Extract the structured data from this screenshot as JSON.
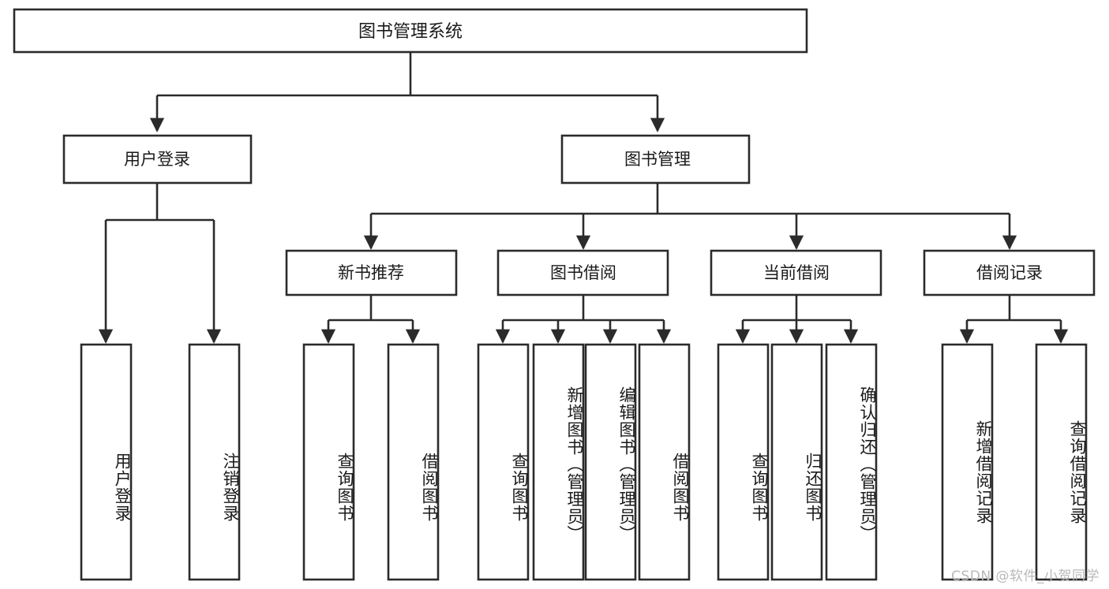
{
  "diagram": {
    "title": "图书管理系统",
    "type": "tree-hierarchy",
    "watermark": "CSDN @软件_小贺同学",
    "colors": {
      "background": "#ffffff",
      "stroke": "#2b2b2b",
      "box_fill": "#ffffff",
      "text": "#1a1a1a",
      "watermark": "#b9b9b9"
    },
    "root": {
      "label": "图书管理系统",
      "orientation": "horizontal"
    },
    "level2": [
      {
        "label": "用户登录",
        "orientation": "horizontal"
      },
      {
        "label": "图书管理",
        "orientation": "horizontal"
      }
    ],
    "level3": [
      {
        "label": "新书推荐",
        "orientation": "horizontal"
      },
      {
        "label": "图书借阅",
        "orientation": "horizontal"
      },
      {
        "label": "当前借阅",
        "orientation": "horizontal"
      },
      {
        "label": "借阅记录",
        "orientation": "horizontal"
      }
    ],
    "leaves": {
      "user_login": [
        {
          "label": "用户登录",
          "orientation": "vertical"
        },
        {
          "label": "注销登录",
          "orientation": "vertical"
        }
      ],
      "new_book_recommend": [
        {
          "label": "查询图书",
          "orientation": "vertical"
        },
        {
          "label": "借阅图书",
          "orientation": "vertical"
        }
      ],
      "book_borrow": [
        {
          "label": "查询图书",
          "orientation": "vertical"
        },
        {
          "label": "新增图书（管理员）",
          "orientation": "vertical"
        },
        {
          "label": "编辑图书（管理员）",
          "orientation": "vertical"
        },
        {
          "label": "借阅图书",
          "orientation": "vertical"
        }
      ],
      "current_borrow": [
        {
          "label": "查询图书",
          "orientation": "vertical"
        },
        {
          "label": "归还图书",
          "orientation": "vertical"
        },
        {
          "label": "确认归还（管理员）",
          "orientation": "vertical"
        }
      ],
      "borrow_record": [
        {
          "label": "新增借阅记录",
          "orientation": "vertical"
        },
        {
          "label": "查询借阅记录",
          "orientation": "vertical"
        }
      ]
    }
  }
}
